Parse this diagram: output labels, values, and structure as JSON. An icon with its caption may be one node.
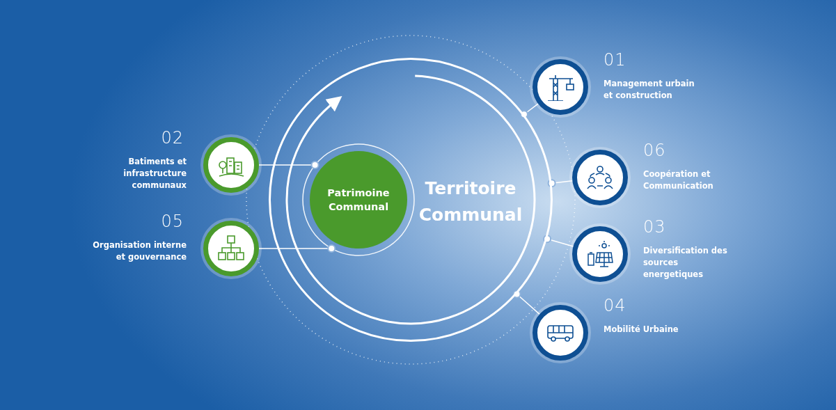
{
  "diagram": {
    "nodes": [
      {
        "text": [
          "Territoire Communal"
        ]
      },
      {
        "text": [
          "Patrimoine Communal"
        ],
        "in": 0
      },
      {
        "text": [
          "01",
          "Management urbain et construction"
        ]
      },
      {
        "text": [
          "02",
          "Batiments et infrastructure communaux"
        ]
      },
      {
        "text": [
          "06",
          "Coopération et Communication"
        ]
      },
      {
        "text": [
          "05",
          "Organisation interne et gouvernance"
        ]
      },
      {
        "text": [
          "03",
          "Diversification des sources energetiques"
        ]
      },
      {
        "text": [
          "04",
          "Mobilité Urbaine"
        ]
      }
    ],
    "edges": [
      {
        "from": 2,
        "to": 0,
        "arrow": "other"
      },
      {
        "from": 3,
        "to": 1,
        "arrow": "other"
      },
      {
        "from": 4,
        "to": 0,
        "arrow": "other"
      },
      {
        "from": 5,
        "to": 1,
        "arrow": "other"
      },
      {
        "from": 6,
        "to": 0,
        "arrow": "other"
      },
      {
        "from": 7,
        "to": 0,
        "arrow": "other"
      }
    ]
  }
}
